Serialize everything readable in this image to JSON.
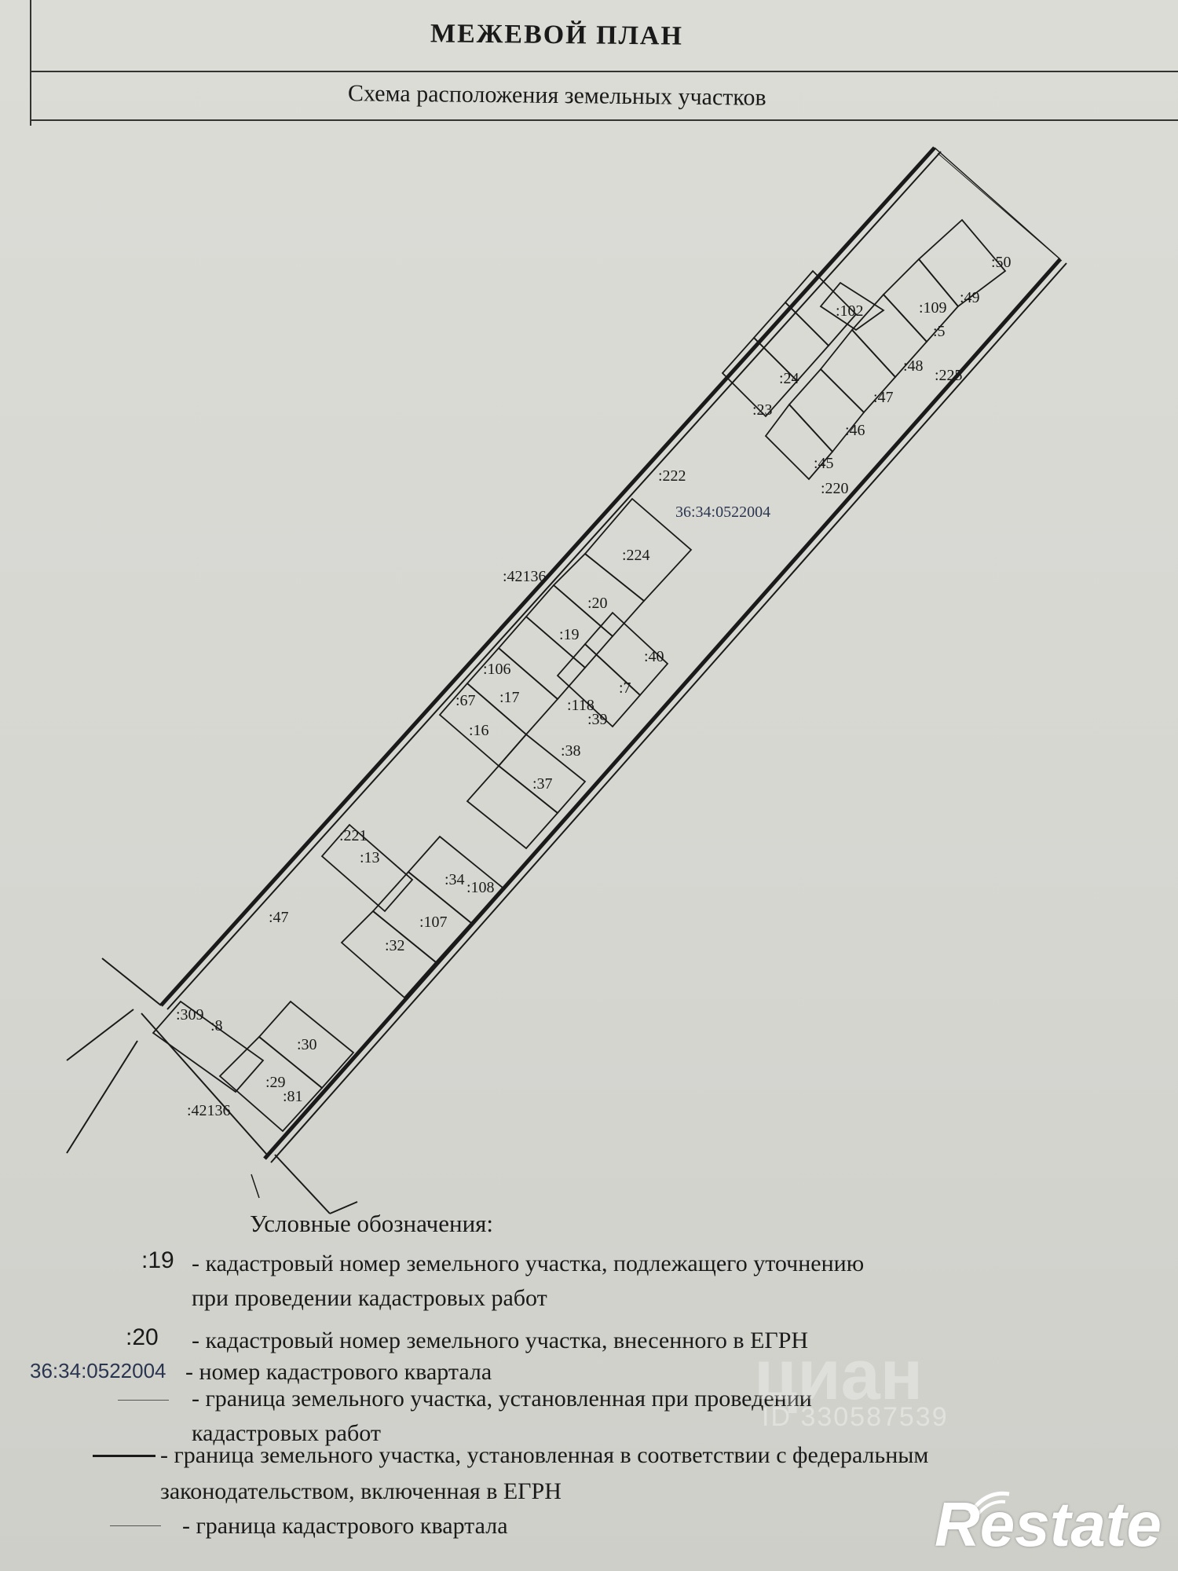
{
  "header": {
    "title": "МЕЖЕВОЙ ПЛАН",
    "subtitle": "Схема расположения земельных участков"
  },
  "plan": {
    "parcels": [
      ":50",
      ":102",
      ":109",
      ":49",
      ":5",
      ":24",
      ":48",
      ":225",
      ":23",
      ":47",
      ":46",
      ":45",
      ":220",
      ":222",
      ":224",
      ":20",
      ":19",
      ":40",
      ":106",
      ":17",
      ":7",
      ":67",
      ":118",
      ":39",
      ":16",
      ":38",
      ":37",
      ":221",
      ":13",
      ":34",
      ":108",
      ":47",
      ":107",
      ":32",
      ":309",
      ":8",
      ":30",
      ":29",
      ":81"
    ],
    "neighbor_top": ":42136",
    "neighbor_bottom": ":42136",
    "quarter": "36:34:0522004"
  },
  "legend": {
    "title": "Условные обозначения:",
    "items": [
      {
        "code": ":19",
        "text": "- кадастровый номер земельного участка, подлежащего уточнению",
        "text2": "при проведении кадастровых работ"
      },
      {
        "code": ":20",
        "text": "- кадастровый номер земельного участка, внесенного в ЕГРН"
      },
      {
        "code": "36:34:0522004",
        "text": "- номер кадастрового квартала"
      },
      {
        "text": "- граница земельного участка, установленная при проведении",
        "text2": "кадастровых работ"
      },
      {
        "text": "- граница земельного участка, установленная в соответствии с федеральным",
        "text2": "законодательством, включенная в ЕГРН"
      },
      {
        "text": "- граница кадастрового квартала"
      }
    ]
  },
  "watermarks": {
    "cian": "циан",
    "id": "ID 330587539",
    "brand": "Restate"
  }
}
